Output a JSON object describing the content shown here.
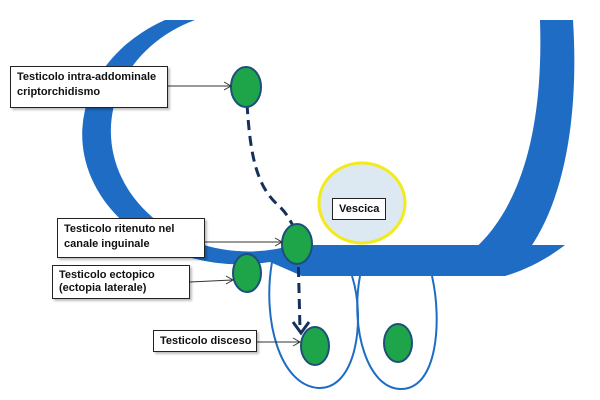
{
  "colors": {
    "peritoneum": "#1f6cc4",
    "testicle_fill": "#1ea54a",
    "testicle_stroke": "#1c4f7a",
    "bladder_fill": "#dde9f2",
    "bladder_stroke": "#f2ea1a",
    "path_line": "#15305a",
    "scrotum_line": "#1f6cc4"
  },
  "labels": {
    "intra_abdominal": {
      "line1": "Testicolo intra-addominale",
      "line2": "criptorchidismo"
    },
    "inguinal": {
      "line1": "Testicolo ritenuto nel",
      "line2": "canale inguinale"
    },
    "ectopic": {
      "line1": "Testicolo ectopico",
      "line2": "(ectopia laterale)"
    },
    "descended": {
      "line1": "Testicolo disceso"
    },
    "bladder": "Vescica"
  }
}
